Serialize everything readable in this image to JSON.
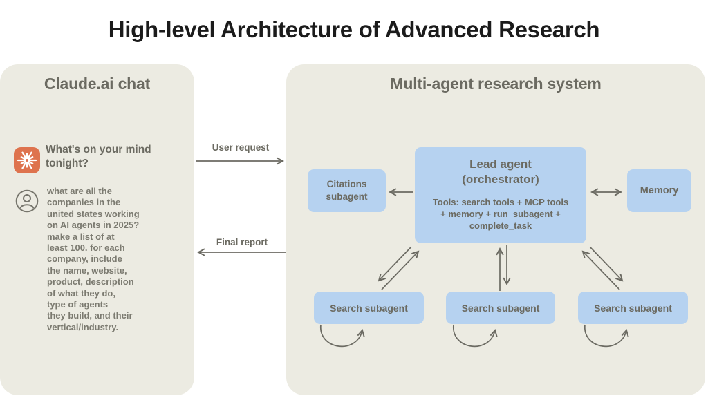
{
  "title": "High-level Architecture of Advanced Research",
  "colors": {
    "page_bg": "#FFFFFF",
    "panel_bg": "#ECEBE2",
    "box_blue": "#B6D2F0",
    "accent_orange": "#DE734E",
    "heading_gray": "#6B6A61",
    "body_gray": "#7B7A70",
    "arrow_gray": "#6B6A62",
    "title_color": "#1B1B1B"
  },
  "chat_panel": {
    "heading": "Claude.ai chat",
    "claude_icon": "claude-starburst-icon",
    "greeting": "What's on your mind tonight?",
    "user_icon": "user-avatar-icon",
    "user_message": "what are all the\ncompanies in the\nunited states working\non AI agents in 2025?\nmake a list of at\nleast 100. for each\ncompany, include\nthe name, website,\nproduct, description\nof what they do,\ntype of agents\nthey build, and their\nvertical/industry."
  },
  "flow": {
    "request_label": "User request",
    "report_label": "Final report"
  },
  "research_panel": {
    "heading": "Multi-agent research system",
    "lead_agent": {
      "title": "Lead agent\n(orchestrator)",
      "tools": "Tools: search tools + MCP tools\n+ memory + run_subagent +\ncomplete_task"
    },
    "citations_label": "Citations\nsubagent",
    "memory_label": "Memory",
    "search_boxes": [
      "Search subagent",
      "Search subagent",
      "Search subagent"
    ],
    "edges": [
      {
        "from": "claude-chat",
        "to": "multi-agent-system",
        "label": "User request",
        "direction": "right"
      },
      {
        "from": "multi-agent-system",
        "to": "claude-chat",
        "label": "Final report",
        "direction": "left"
      },
      {
        "from": "lead-agent",
        "to": "citations-subagent",
        "direction": "single"
      },
      {
        "from": "lead-agent",
        "to": "memory",
        "direction": "bidirectional"
      },
      {
        "from": "lead-agent",
        "to": "search-subagent-1",
        "direction": "bidirectional-pair"
      },
      {
        "from": "lead-agent",
        "to": "search-subagent-2",
        "direction": "bidirectional-pair"
      },
      {
        "from": "lead-agent",
        "to": "search-subagent-3",
        "direction": "bidirectional-pair"
      },
      {
        "from": "search-subagent-1",
        "to": "search-subagent-1",
        "direction": "self-loop"
      },
      {
        "from": "search-subagent-2",
        "to": "search-subagent-2",
        "direction": "self-loop"
      },
      {
        "from": "search-subagent-3",
        "to": "search-subagent-3",
        "direction": "self-loop"
      }
    ]
  }
}
